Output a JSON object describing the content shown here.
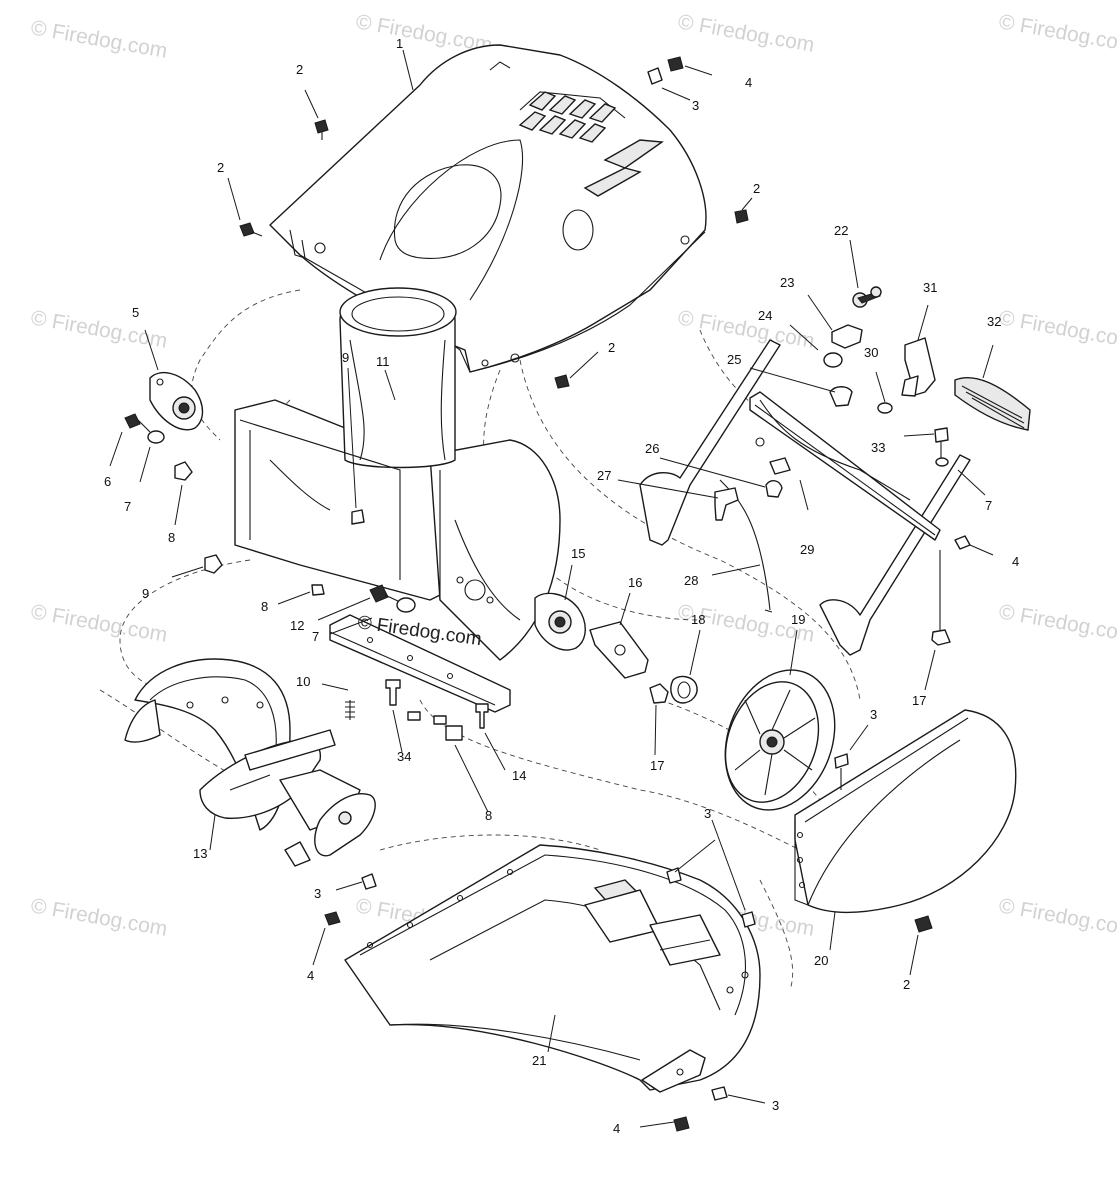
{
  "watermark": {
    "text": "© Firedog.com",
    "center_text": "© Firedog.com"
  },
  "callouts": [
    {
      "id": "c1",
      "label": "1"
    },
    {
      "id": "c2a",
      "label": "2"
    },
    {
      "id": "c2b",
      "label": "2"
    },
    {
      "id": "c2c",
      "label": "2"
    },
    {
      "id": "c2d",
      "label": "2"
    },
    {
      "id": "c2e",
      "label": "2"
    },
    {
      "id": "c3a",
      "label": "3"
    },
    {
      "id": "c3b",
      "label": "3"
    },
    {
      "id": "c3c",
      "label": "3"
    },
    {
      "id": "c3d",
      "label": "3"
    },
    {
      "id": "c3e",
      "label": "3"
    },
    {
      "id": "c4a",
      "label": "4"
    },
    {
      "id": "c4b",
      "label": "4"
    },
    {
      "id": "c4c",
      "label": "4"
    },
    {
      "id": "c4d",
      "label": "4"
    },
    {
      "id": "c5",
      "label": "5"
    },
    {
      "id": "c6",
      "label": "6"
    },
    {
      "id": "c7a",
      "label": "7"
    },
    {
      "id": "c7b",
      "label": "7"
    },
    {
      "id": "c7c",
      "label": "7"
    },
    {
      "id": "c8a",
      "label": "8"
    },
    {
      "id": "c8b",
      "label": "8"
    },
    {
      "id": "c8c",
      "label": "8"
    },
    {
      "id": "c9a",
      "label": "9"
    },
    {
      "id": "c9b",
      "label": "9"
    },
    {
      "id": "c10",
      "label": "10"
    },
    {
      "id": "c11",
      "label": "11"
    },
    {
      "id": "c12",
      "label": "12"
    },
    {
      "id": "c13",
      "label": "13"
    },
    {
      "id": "c14",
      "label": "14"
    },
    {
      "id": "c15",
      "label": "15"
    },
    {
      "id": "c16",
      "label": "16"
    },
    {
      "id": "c17a",
      "label": "17"
    },
    {
      "id": "c17b",
      "label": "17"
    },
    {
      "id": "c18",
      "label": "18"
    },
    {
      "id": "c19",
      "label": "19"
    },
    {
      "id": "c20",
      "label": "20"
    },
    {
      "id": "c21",
      "label": "21"
    },
    {
      "id": "c22",
      "label": "22"
    },
    {
      "id": "c23",
      "label": "23"
    },
    {
      "id": "c24",
      "label": "24"
    },
    {
      "id": "c25",
      "label": "25"
    },
    {
      "id": "c26",
      "label": "26"
    },
    {
      "id": "c27",
      "label": "27"
    },
    {
      "id": "c28",
      "label": "28"
    },
    {
      "id": "c29",
      "label": "29"
    },
    {
      "id": "c30",
      "label": "30"
    },
    {
      "id": "c31",
      "label": "31"
    },
    {
      "id": "c32",
      "label": "32"
    },
    {
      "id": "c33",
      "label": "33"
    },
    {
      "id": "c34",
      "label": "34"
    }
  ]
}
